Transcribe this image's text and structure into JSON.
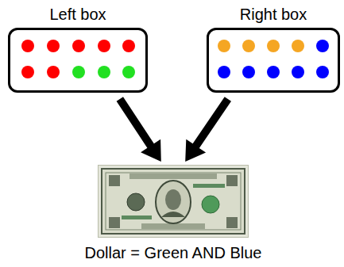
{
  "diagram": {
    "nodes": [
      {
        "text": [
          "Left box"
        ]
      },
      {
        "text": [
          "Right box"
        ]
      },
      {
        "text": [
          "Dollar = Green AND Blue"
        ]
      }
    ],
    "edges": [
      {
        "from": 0,
        "to": 2,
        "arrow": "to"
      },
      {
        "from": 1,
        "to": 2,
        "arrow": "to"
      }
    ]
  }
}
